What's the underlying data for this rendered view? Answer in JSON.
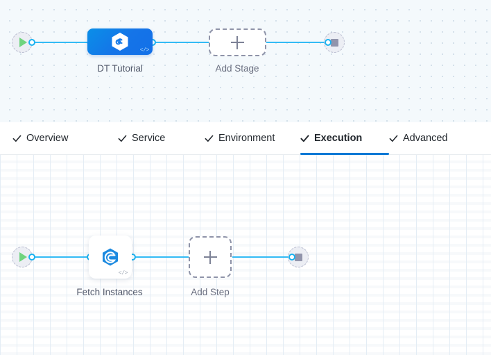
{
  "theme": {
    "accent_blue": "#0278d5",
    "connector_blue": "#33bbf5",
    "stage_node_blue": "#1574e8",
    "play_green": "#6fd47e",
    "stop_gray": "#9194ab",
    "dashed_gray": "#8e93a8",
    "stage_canvas_bg": "#f4f9fc",
    "execution_canvas_bg": "#ffffff",
    "caption_text": "#52596b"
  },
  "stage_canvas": {
    "name": "pipeline-stage-canvas",
    "start_node": {
      "icon": "play-icon",
      "label": ""
    },
    "end_node": {
      "icon": "stop-icon",
      "label": ""
    },
    "nodes": [
      {
        "id": "stage-dt-tutorial",
        "label": "DT Tutorial",
        "type": "stage",
        "icon": "deployment-hexagon-icon",
        "badge_icon": "code-icon",
        "badge_text": "</>"
      }
    ],
    "add_node": {
      "label": "Add Stage",
      "icon": "plus-icon"
    }
  },
  "tab_bar": {
    "name": "stage-config-tabs",
    "tabs": [
      {
        "id": "tab-overview",
        "label": "Overview",
        "icon": "check-icon",
        "active": false
      },
      {
        "id": "tab-service",
        "label": "Service",
        "icon": "check-icon",
        "active": false
      },
      {
        "id": "tab-environment",
        "label": "Environment",
        "icon": "check-icon",
        "active": false
      },
      {
        "id": "tab-execution",
        "label": "Execution",
        "icon": "check-icon",
        "active": true
      },
      {
        "id": "tab-advanced",
        "label": "Advanced",
        "icon": "check-icon",
        "active": false
      }
    ]
  },
  "execution_canvas": {
    "name": "pipeline-execution-canvas",
    "start_node": {
      "icon": "play-icon",
      "label": ""
    },
    "end_node": {
      "icon": "stop-icon",
      "label": ""
    },
    "nodes": [
      {
        "id": "step-fetch-instances",
        "label": "Fetch Instances",
        "type": "step",
        "icon": "shell-script-hexagon-icon",
        "badge_icon": "code-icon",
        "badge_text": "</>"
      }
    ],
    "add_node": {
      "label": "Add Step",
      "icon": "plus-icon"
    }
  }
}
